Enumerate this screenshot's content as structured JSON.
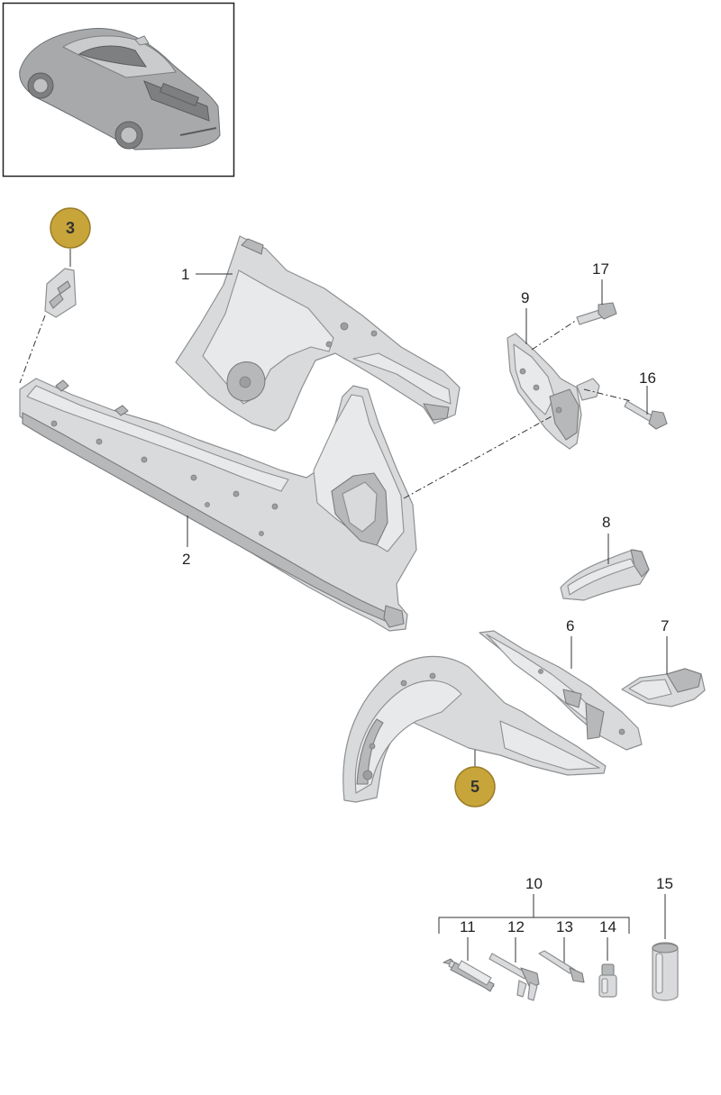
{
  "callouts": [
    {
      "id": "1",
      "label": "1"
    },
    {
      "id": "2",
      "label": "2"
    },
    {
      "id": "3",
      "label": "3",
      "highlight": true
    },
    {
      "id": "5",
      "label": "5",
      "highlight": true
    },
    {
      "id": "6",
      "label": "6"
    },
    {
      "id": "7",
      "label": "7"
    },
    {
      "id": "8",
      "label": "8"
    },
    {
      "id": "9",
      "label": "9"
    },
    {
      "id": "10",
      "label": "10"
    },
    {
      "id": "11",
      "label": "11"
    },
    {
      "id": "12",
      "label": "12"
    },
    {
      "id": "13",
      "label": "13"
    },
    {
      "id": "14",
      "label": "14"
    },
    {
      "id": "15",
      "label": "15"
    },
    {
      "id": "16",
      "label": "16"
    },
    {
      "id": "17",
      "label": "17"
    }
  ],
  "colors": {
    "highlight_fill": "#c8a53a",
    "highlight_stroke": "#9a7d26",
    "part_fill": "#d9dadb",
    "part_stroke": "#8d8f91",
    "line": "#333333"
  },
  "icons": {
    "vehicle_thumbnail": "car-thumbnail-icon",
    "part_1": "rear-wheelhouse-panel-icon",
    "part_2": "side-sill-b-pillar-icon",
    "part_3": "small-bracket-icon",
    "part_5": "wheel-arch-panel-icon",
    "part_6": "longitudinal-member-icon",
    "part_7": "corner-bracket-icon",
    "part_8": "arch-reinforcement-icon",
    "part_9": "hinge-bracket-icon",
    "part_11": "cartridge-icon",
    "part_12": "applicator-gun-icon",
    "part_13": "nozzle-icon",
    "part_14": "small-container-icon",
    "part_15": "canister-icon",
    "part_16": "bolt-icon",
    "part_17": "long-bolt-icon"
  }
}
